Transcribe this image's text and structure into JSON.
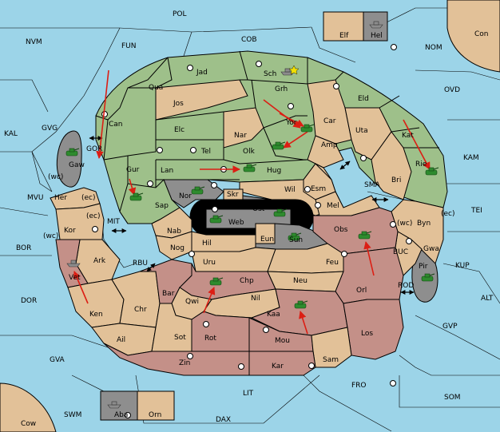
{
  "colors": {
    "sea": "#9cd4e8",
    "green": "#9ec08a",
    "tan": "#e2c198",
    "rose": "#c49088",
    "gray": "#8e8e8e",
    "black": "#000000",
    "unit": "#2e8b2e",
    "fleet": "#8c8c8c",
    "arrow": "#dc1e14"
  },
  "regions": {
    "sea": [
      "POL",
      "COB",
      "NVM",
      "FUN",
      "NOM",
      "OVD",
      "GVG",
      "KAL",
      "KAM",
      "MVU",
      "TEI",
      "BOR",
      "MIT",
      "RBU",
      "SMA",
      "BUC",
      "KUP",
      "ALT",
      "DOR",
      "ROD",
      "GVP",
      "GVA",
      "FRO",
      "SOM",
      "LIT",
      "SWM",
      "DAX"
    ],
    "land": [
      "Elf",
      "Hel",
      "Con",
      "Jad",
      "Sch",
      "Qua",
      "Jos",
      "Grh",
      "Eld",
      "Can",
      "Car",
      "Elc",
      "Nar",
      "Yor",
      "Uta",
      "Amp",
      "Kat",
      "Tel",
      "Olk",
      "GOR",
      "Gaw",
      "Gur",
      "Lan",
      "Hug",
      "Rie",
      "Bri",
      "Nor",
      "Skr",
      "Wil",
      "Esm",
      "(wc)",
      "Her",
      "(ec)",
      "Ost",
      "Sap",
      "Web",
      "Mel",
      "Byn",
      "Kor",
      "Nab",
      "Eun",
      "Sun",
      "Obs",
      "Hil",
      "Gwa",
      "Nog",
      "Ark",
      "Uru",
      "Feu",
      "Pir",
      "Vet",
      "Chp",
      "Bar",
      "Neu",
      "Qwi",
      "Orl",
      "Nil",
      "Ken",
      "Chr",
      "Kaa",
      "Rot",
      "Ail",
      "Sot",
      "Mou",
      "Los",
      "Sam",
      "Zin",
      "Kar",
      "Cow",
      "Aba",
      "Orn"
    ]
  }
}
